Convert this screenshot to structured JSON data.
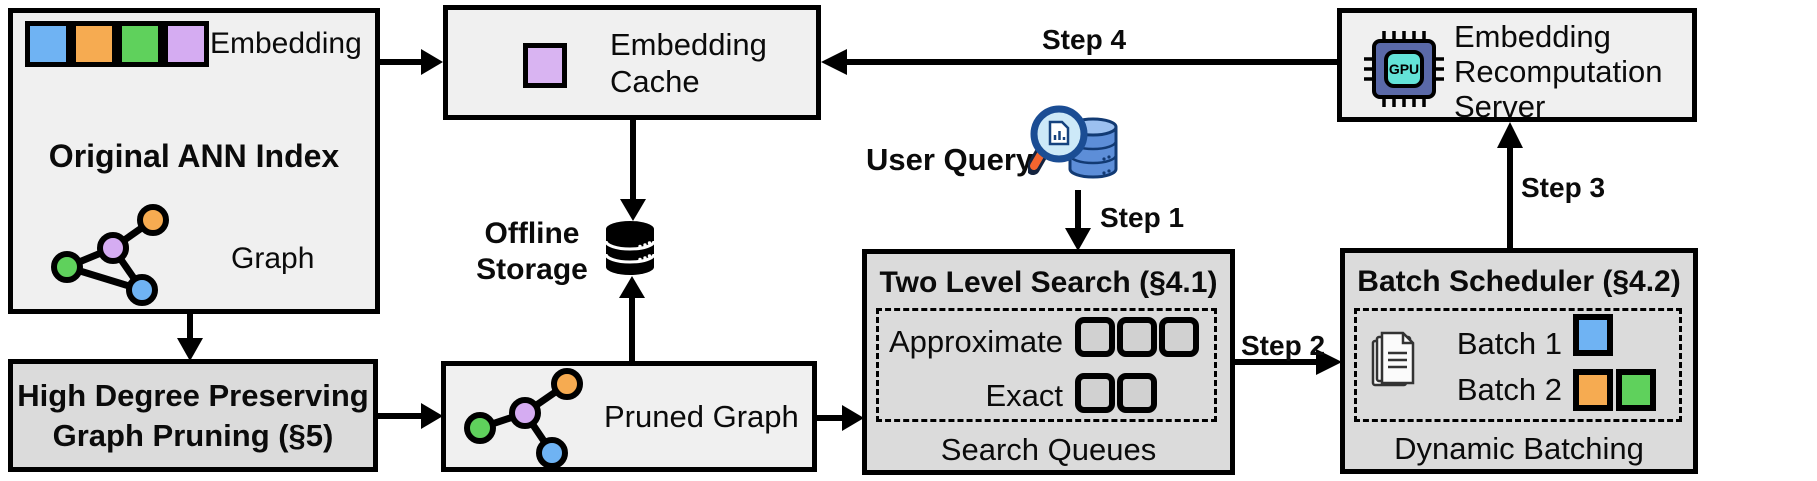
{
  "diagram": {
    "ann_index": {
      "title": "Original ANN Index",
      "embedding_label": "Embedding",
      "graph_label": "Graph"
    },
    "embedding_cache": {
      "label": "Embedding Cache"
    },
    "offline_storage": {
      "label": "Offline Storage"
    },
    "user_query": {
      "label": "User Query"
    },
    "recomputation_server": {
      "label": "Embedding Recomputation Server",
      "gpu_label": "GPU"
    },
    "two_level_search": {
      "title": "Two Level Search (§4.1)",
      "row1_label": "Approximate",
      "row1_queue_count": 3,
      "row2_label": "Exact",
      "row2_queue_count": 2,
      "footer": "Search Queues"
    },
    "batch_scheduler": {
      "title": "Batch Scheduler (§4.2)",
      "batch1_label": "Batch 1",
      "batch2_label": "Batch 2",
      "footer": "Dynamic Batching"
    },
    "graph_pruning": {
      "line1": "High Degree Preserving",
      "line2": "Graph Pruning (§5)"
    },
    "pruned_graph": {
      "label": "Pruned Graph"
    },
    "steps": {
      "step1": "Step 1",
      "step2": "Step 2",
      "step3": "Step 3",
      "step4": "Step 4"
    },
    "colors": {
      "embedding_blue": "#6FB3F3",
      "embedding_orange": "#F6AB51",
      "embedding_green": "#5FD15C",
      "embedding_purple": "#D5ACF2",
      "cache_square_purple": "#D9B4F2",
      "box_fill_light": "#F0F0F0",
      "box_fill_gray": "#DBDBDB",
      "outline_black": "#000000",
      "gpu_chip_body": "#5A69A8",
      "gpu_chip_core": "#63E3D8",
      "query_db_blue": "#5D8ED8",
      "magnifier_lens": "#CDE9F8",
      "magnifier_handle_orange": "#F4652F"
    }
  }
}
